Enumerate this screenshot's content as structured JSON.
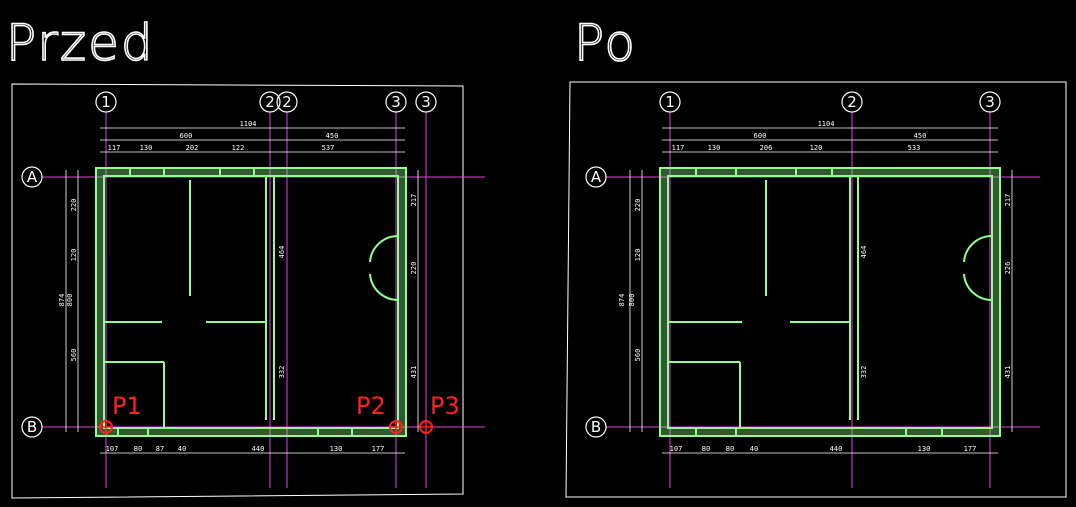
{
  "titles": {
    "before": "Przed",
    "after": "Po"
  },
  "before": {
    "grid_columns": [
      "1",
      "2",
      "2",
      "3",
      "3"
    ],
    "grid_rows": [
      "A",
      "B"
    ],
    "points": [
      "P1",
      "P2",
      "P3"
    ],
    "dims_top_total": "1104",
    "dims_top_sub": [
      "600",
      "450"
    ],
    "dims_top_parts": [
      "117",
      "130",
      "202",
      "122",
      "537"
    ],
    "dims_left": [
      "220",
      "120",
      "874",
      "800",
      "560"
    ],
    "dims_bottom": [
      "107",
      "80",
      "87",
      "40",
      "440",
      "130",
      "177"
    ],
    "dims_right": [
      "217",
      "220",
      "431"
    ],
    "dims_inner": [
      "464",
      "332"
    ]
  },
  "after": {
    "grid_columns": [
      "1",
      "2",
      "3"
    ],
    "grid_rows": [
      "A",
      "B"
    ],
    "dims_top_total": "1104",
    "dims_top_sub": [
      "600",
      "450"
    ],
    "dims_top_parts": [
      "117",
      "130",
      "206",
      "120",
      "533"
    ],
    "dims_left": [
      "220",
      "120",
      "874",
      "800",
      "560"
    ],
    "dims_bottom": [
      "107",
      "80",
      "80",
      "40",
      "440",
      "130",
      "177"
    ],
    "dims_right": [
      "217",
      "226",
      "431"
    ],
    "dims_inner": [
      "464",
      "332"
    ]
  },
  "colors": {
    "background": "#000000",
    "wall": "#90ff90",
    "gridline": "#e040e0",
    "border": "#ffffff",
    "point": "#ff2020"
  }
}
